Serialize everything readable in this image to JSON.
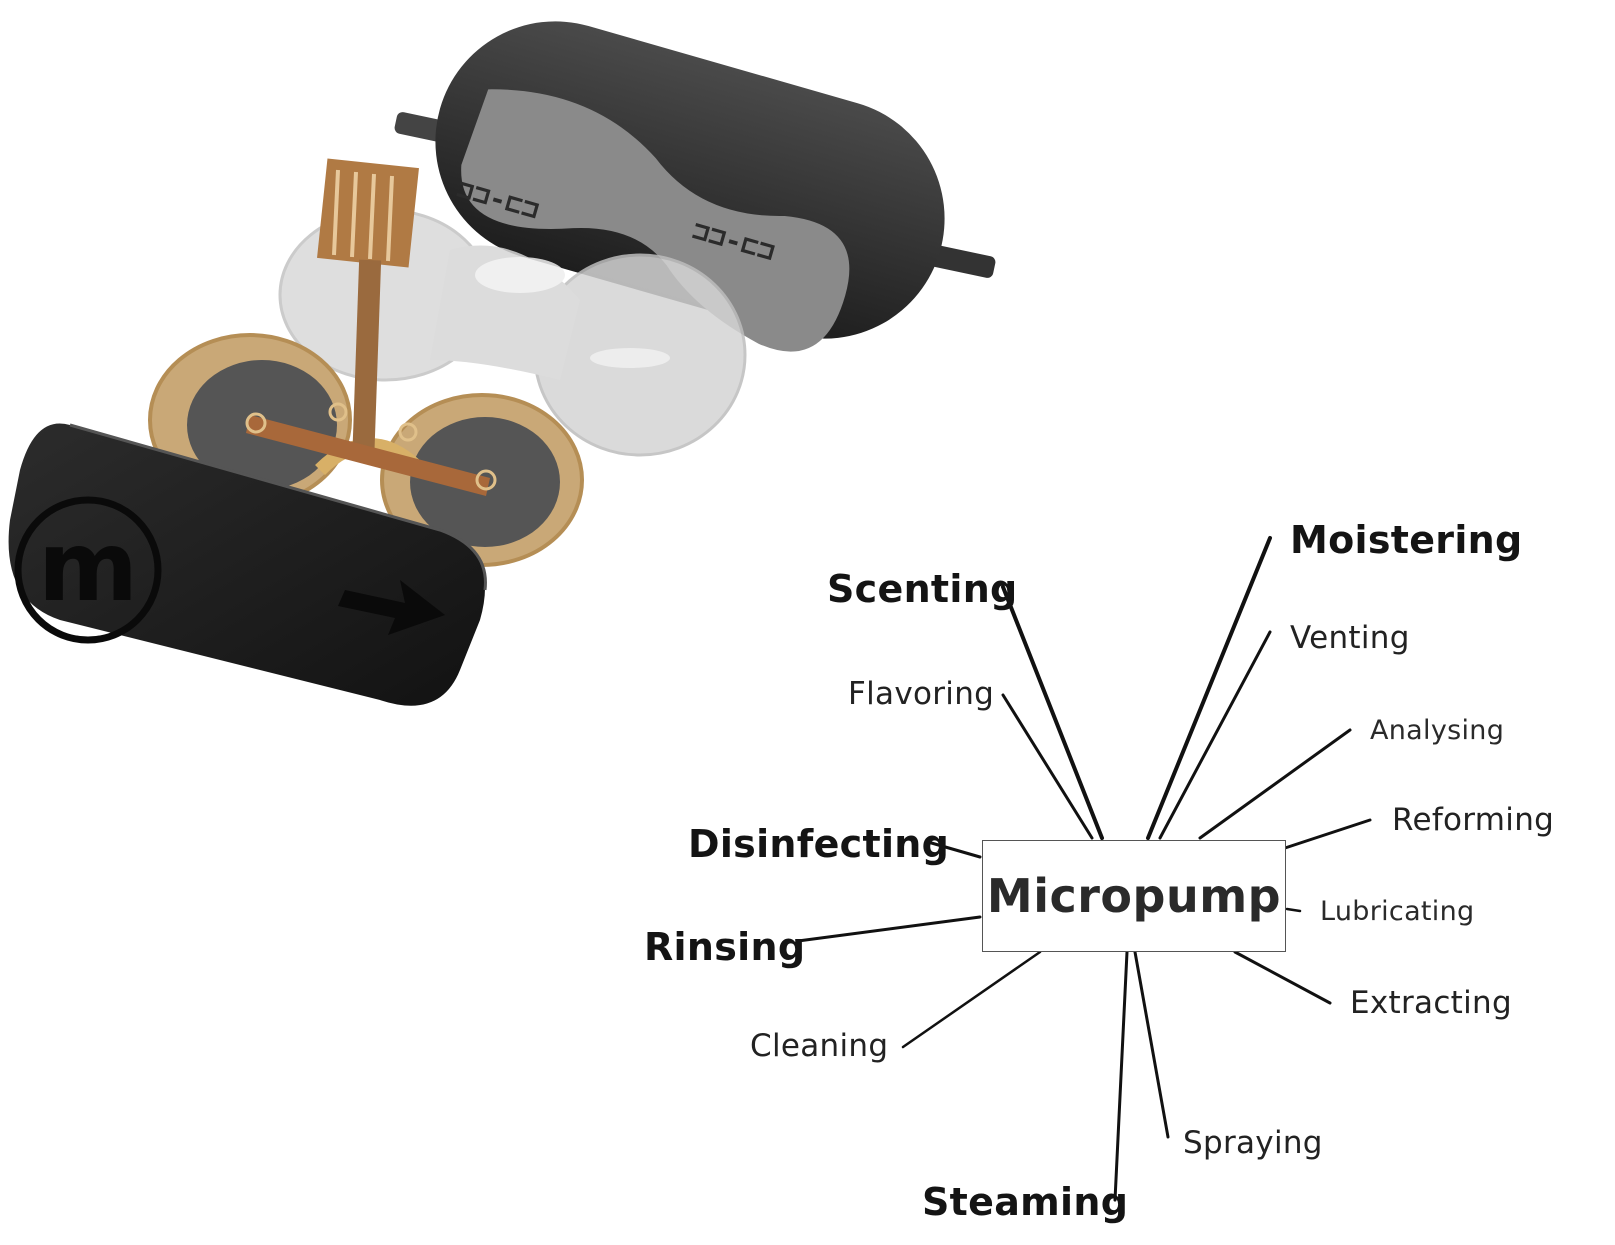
{
  "center": {
    "label": "Micropump"
  },
  "applications": {
    "moistering": "Moistering",
    "scenting": "Scenting",
    "venting": "Venting",
    "flavoring": "Flavoring",
    "analysing": "Analysing",
    "reforming": "Reforming",
    "disinfecting": "Disinfecting",
    "lubricating": "Lubricating",
    "rinsing": "Rinsing",
    "extracting": "Extracting",
    "cleaning": "Cleaning",
    "spraying": "Spraying",
    "steaming": "Steaming"
  },
  "device": {
    "logo_letter": "m",
    "arrow_icon": "right-arrow-icon"
  }
}
